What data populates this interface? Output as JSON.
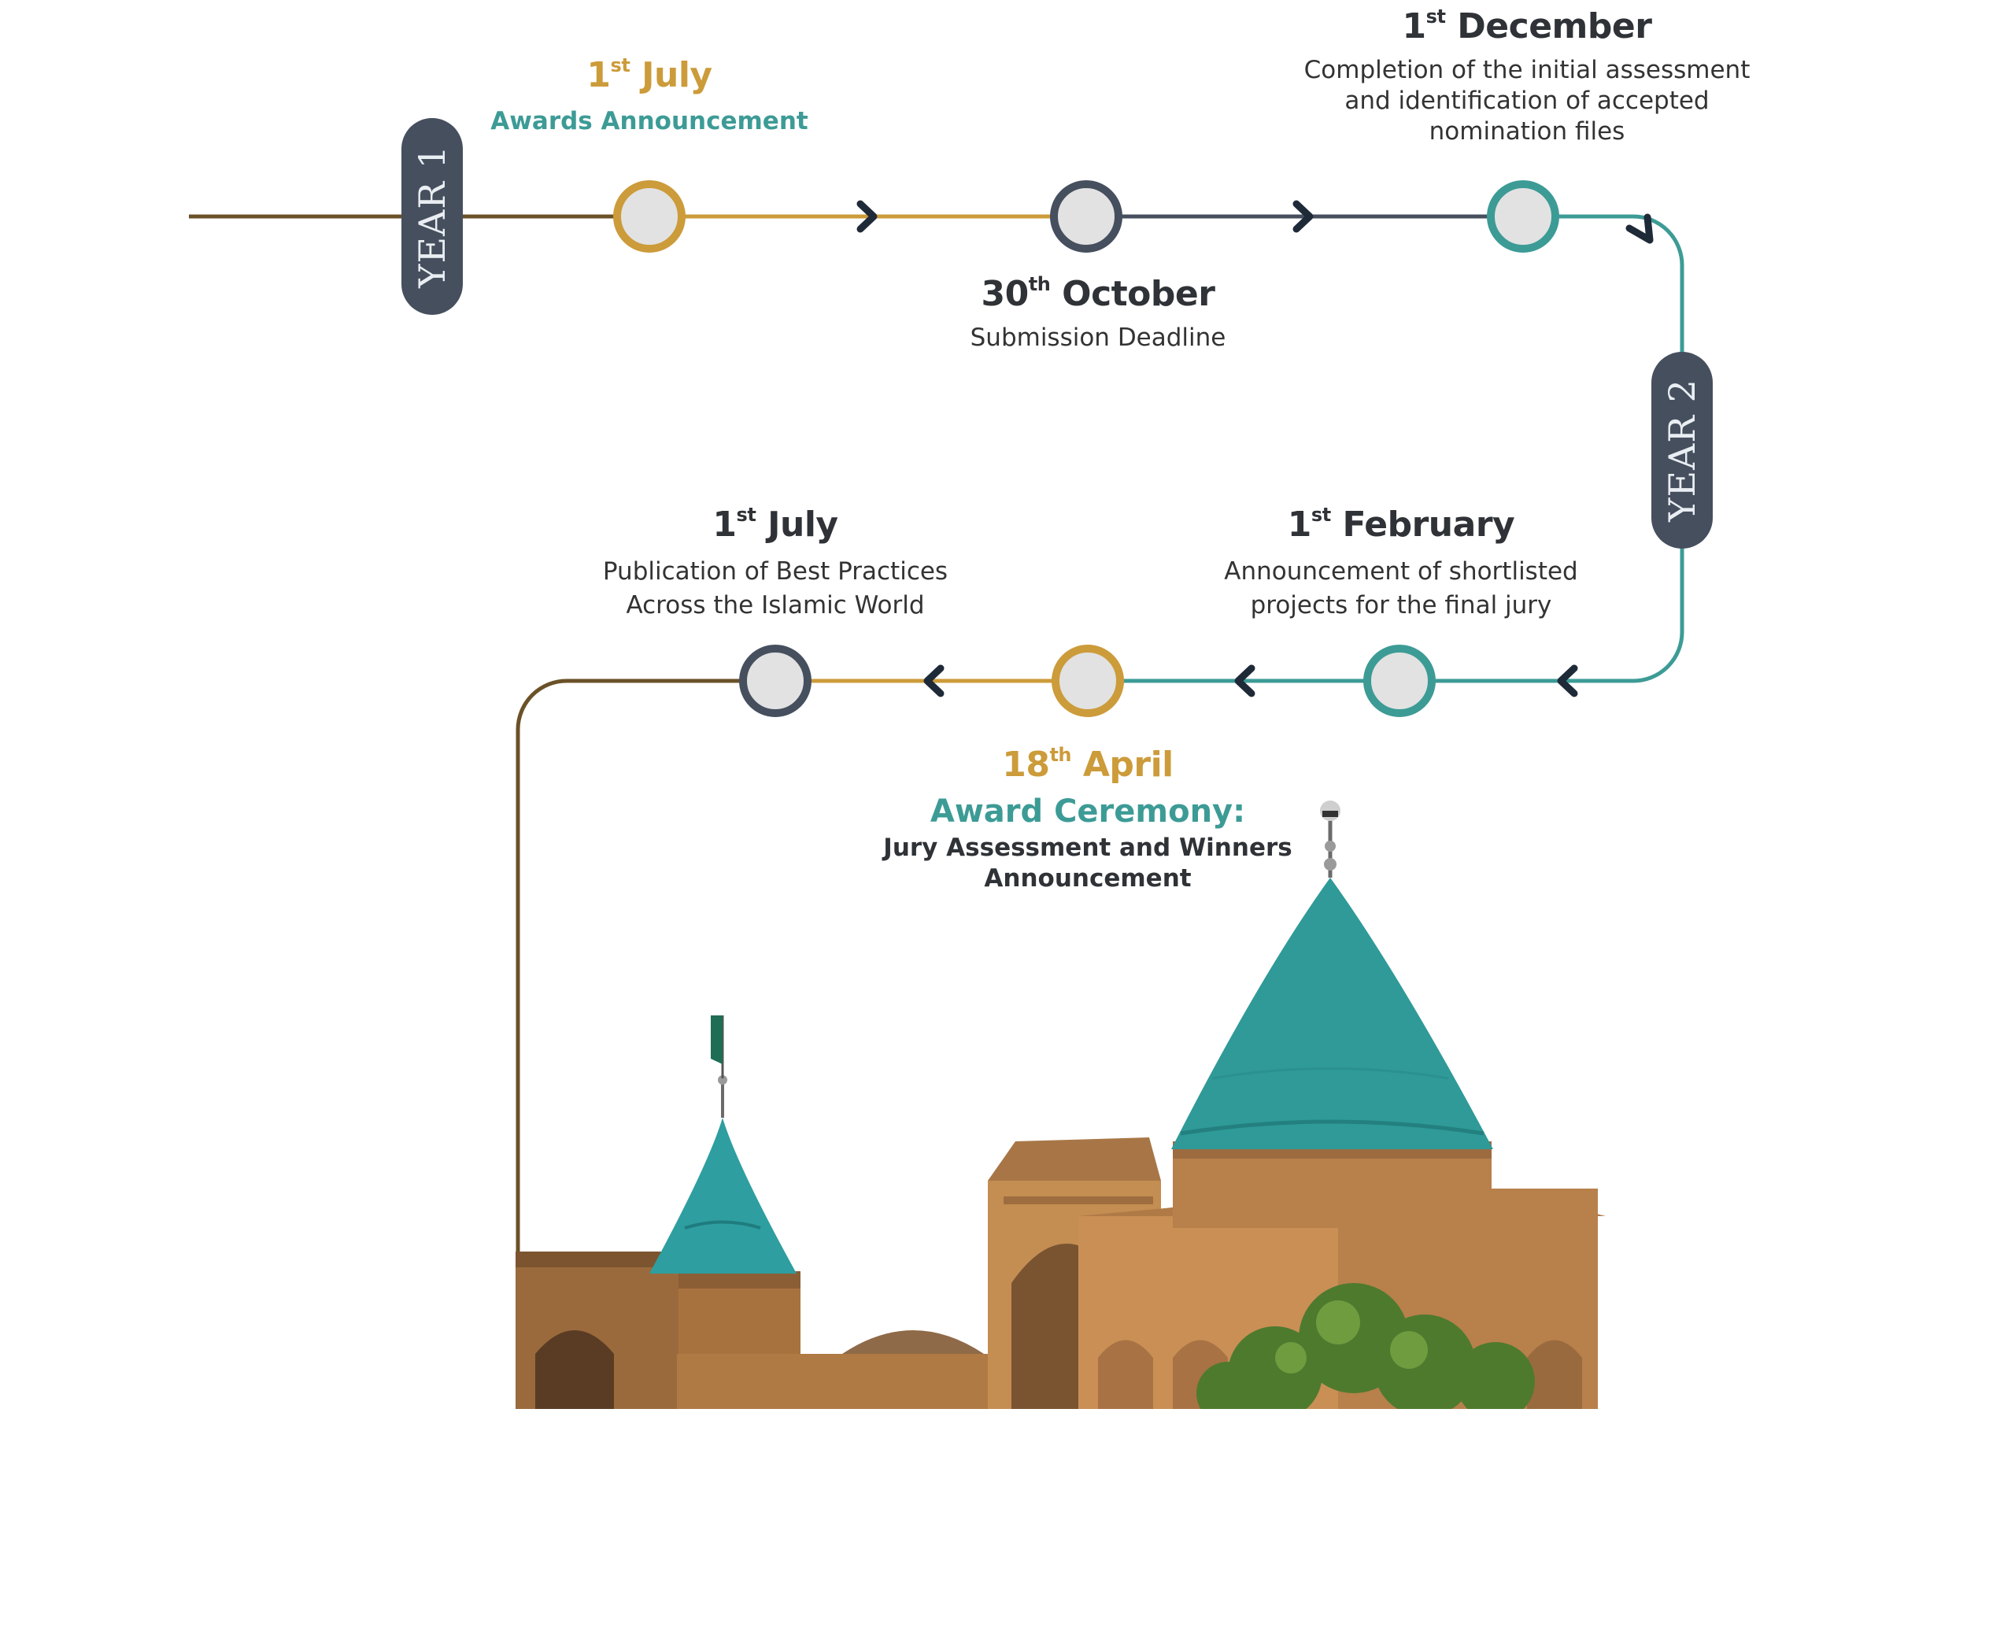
{
  "colors": {
    "gold": "#cc9b3a",
    "teal": "#3d9b96",
    "slate": "#464f5e",
    "brown": "#6b5128",
    "node_fill": "#e2e2e2"
  },
  "year_labels": {
    "year1": "YEAR 1",
    "year2": "YEAR 2"
  },
  "milestones": {
    "m1": {
      "day": "1",
      "suffix": "st",
      "month": "July",
      "desc": "Awards Announcement"
    },
    "m2": {
      "day": "30",
      "suffix": "th",
      "month": "October",
      "desc": "Submission Deadline"
    },
    "m3": {
      "day": "1",
      "suffix": "st",
      "month": "December",
      "desc_lines": [
        "Completion of the initial assessment",
        "and identification of accepted",
        "nomination files"
      ]
    },
    "m4": {
      "day": "1",
      "suffix": "st",
      "month": "February",
      "desc_lines": [
        "Announcement of shortlisted",
        "projects for the final jury"
      ]
    },
    "m5": {
      "day": "18",
      "suffix": "th",
      "month": "April",
      "title": "Award Ceremony:",
      "desc_lines": [
        "Jury Assessment and Winners",
        "Announcement"
      ]
    },
    "m6": {
      "day": "1",
      "suffix": "st",
      "month": "July",
      "desc_lines": [
        "Publication of Best Practices",
        "Across the Islamic World"
      ]
    }
  }
}
